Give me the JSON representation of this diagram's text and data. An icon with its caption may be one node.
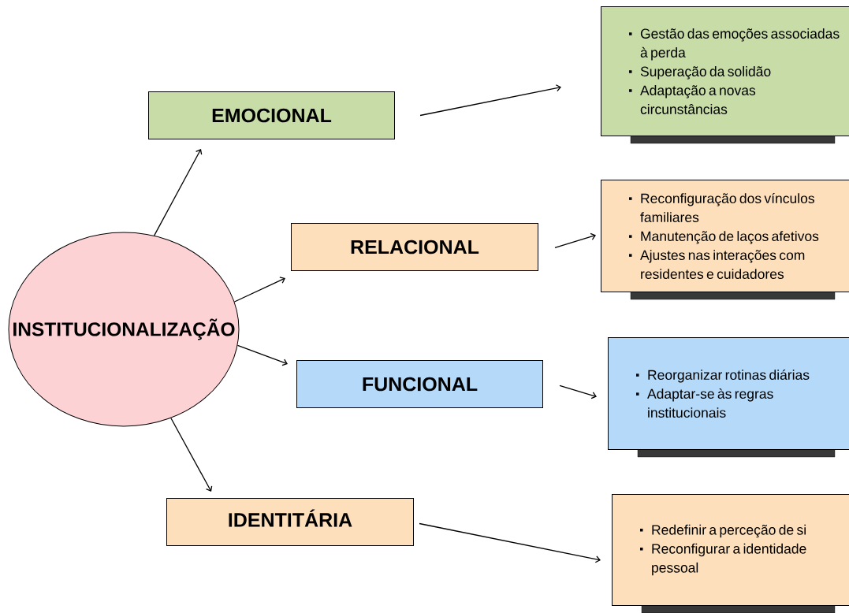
{
  "diagram": {
    "nodes": [
      {
        "text": [
          "INSTITUCIONALIZAÇÃO"
        ]
      },
      {
        "text": [
          "EMOCIONAL"
        ]
      },
      {
        "text": [
          "RELACIONAL"
        ]
      },
      {
        "text": [
          "FUNCIONAL"
        ]
      },
      {
        "text": [
          "IDENTITÁRIA"
        ]
      },
      {
        "text": [
          "Gestão das emoções associadas à perda",
          "Superação da solidão",
          "Adaptação a novas circunstâncias"
        ]
      },
      {
        "text": [
          "Reconfiguração dos vínculos familiares",
          "Manutenção de laços afetivos",
          "Ajustes nas interações com residentes e cuidadores"
        ]
      },
      {
        "text": [
          "Reorganizar rotinas diárias",
          "Adaptar-se às regras institucionais"
        ]
      },
      {
        "text": [
          "Redefinir a perceção de si",
          "Reconfigurar a identidade pessoal"
        ]
      }
    ],
    "edges": [
      {
        "from": 0,
        "to": 1,
        "arrow": "to"
      },
      {
        "from": 0,
        "to": 2,
        "arrow": "to"
      },
      {
        "from": 0,
        "to": 3,
        "arrow": "to"
      },
      {
        "from": 0,
        "to": 4,
        "arrow": "to"
      },
      {
        "from": 1,
        "to": 5,
        "arrow": "to"
      },
      {
        "from": 2,
        "to": 6,
        "arrow": "to"
      },
      {
        "from": 3,
        "to": 7,
        "arrow": "to"
      },
      {
        "from": 4,
        "to": 8,
        "arrow": "to"
      }
    ]
  }
}
